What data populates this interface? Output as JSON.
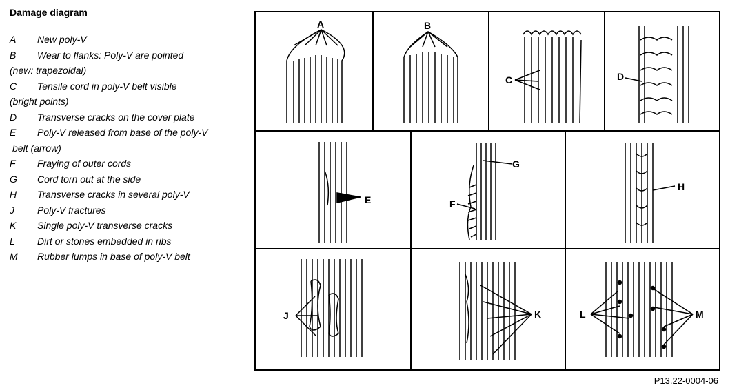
{
  "title": "Damage diagram",
  "legend": [
    {
      "letter": "A",
      "text": "New poly-V",
      "cont": ""
    },
    {
      "letter": "B",
      "text": "Wear to flanks: Poly-V are pointed",
      "cont": "(new: trapezoidal)"
    },
    {
      "letter": "C",
      "text": "Tensile cord in poly-V belt visible",
      "cont": "(bright points)"
    },
    {
      "letter": "D",
      "text": "Transverse cracks on the cover plate",
      "cont": ""
    },
    {
      "letter": "E",
      "text": "Poly-V released from base of the poly-V",
      "cont": "belt (arrow)"
    },
    {
      "letter": "F",
      "text": "Fraying of outer cords",
      "cont": ""
    },
    {
      "letter": "G",
      "text": "Cord torn out at the side",
      "cont": ""
    },
    {
      "letter": "H",
      "text": "Transverse cracks in several poly-V",
      "cont": ""
    },
    {
      "letter": "J",
      "text": "Poly-V fractures",
      "cont": ""
    },
    {
      "letter": "K",
      "text": "Single poly-V transverse cracks",
      "cont": ""
    },
    {
      "letter": "L",
      "text": "Dirt or stones embedded in ribs",
      "cont": ""
    },
    {
      "letter": "M",
      "text": "Rubber lumps in base of poly-V belt",
      "cont": ""
    }
  ],
  "panel_labels": {
    "A": "A",
    "B": "B",
    "C": "C",
    "D": "D",
    "E": "E",
    "F": "F",
    "G": "G",
    "H": "H",
    "J": "J",
    "K": "K",
    "L": "L",
    "M": "M"
  },
  "figure_id": "P13.22-0004-06"
}
